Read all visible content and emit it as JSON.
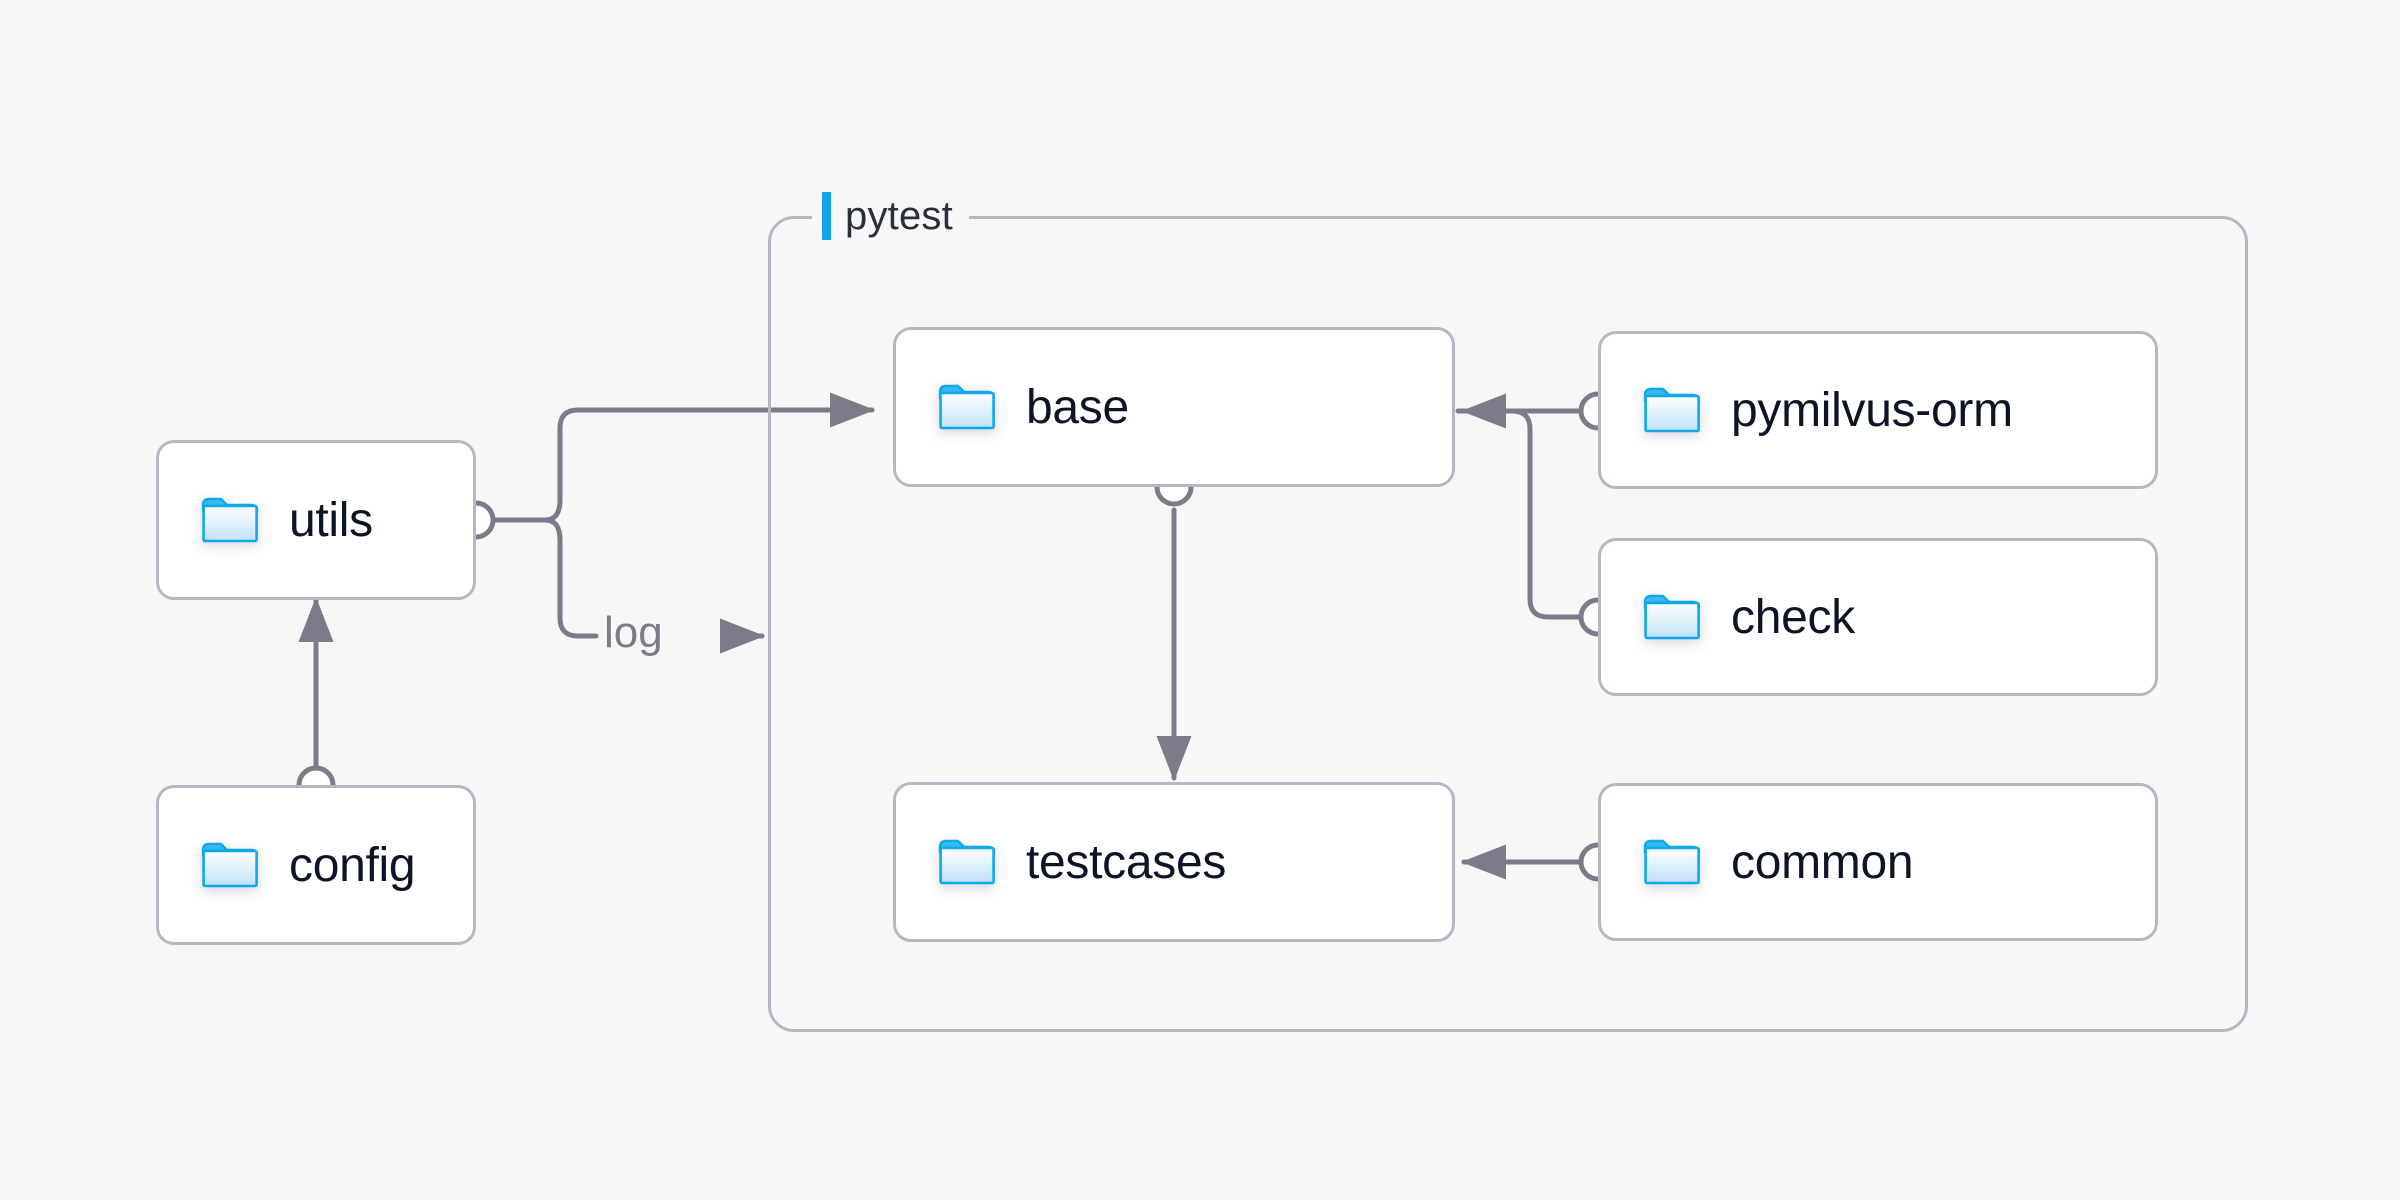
{
  "diagram": {
    "title_region": "pytest architecture folder diagram",
    "background_color": "#f7f7f7",
    "node_border_color": "#b8b6c4",
    "node_fill_color": "#ffffff",
    "edge_color": "#7b7b89",
    "accent_color": "#0ea5ea",
    "label_color": "#0d1425"
  },
  "group": {
    "label": "pytest",
    "accent_color": "#0ea5ea"
  },
  "nodes": [
    {
      "id": "utils",
      "label": "utils",
      "icon": "folder-icon"
    },
    {
      "id": "config",
      "label": "config",
      "icon": "folder-icon"
    },
    {
      "id": "base",
      "label": "base",
      "icon": "folder-icon"
    },
    {
      "id": "testcases",
      "label": "testcases",
      "icon": "folder-icon"
    },
    {
      "id": "pymilvus-orm",
      "label": "pymilvus-orm",
      "icon": "folder-icon"
    },
    {
      "id": "check",
      "label": "check",
      "icon": "folder-icon"
    },
    {
      "id": "common",
      "label": "common",
      "icon": "folder-icon"
    }
  ],
  "edges": [
    {
      "id": "config-to-utils",
      "from": "config",
      "to": "utils",
      "label": ""
    },
    {
      "id": "utils-to-base",
      "from": "utils",
      "to": "base",
      "label": ""
    },
    {
      "id": "utils-to-pytest-log",
      "from": "utils",
      "to": "pytest",
      "label": "log"
    },
    {
      "id": "base-to-testcases",
      "from": "base",
      "to": "testcases",
      "label": ""
    },
    {
      "id": "pymilvus-orm-to-base",
      "from": "pymilvus-orm",
      "to": "base",
      "label": ""
    },
    {
      "id": "check-to-base",
      "from": "check",
      "to": "base",
      "label": ""
    },
    {
      "id": "common-to-testcases",
      "from": "common",
      "to": "testcases",
      "label": ""
    }
  ]
}
